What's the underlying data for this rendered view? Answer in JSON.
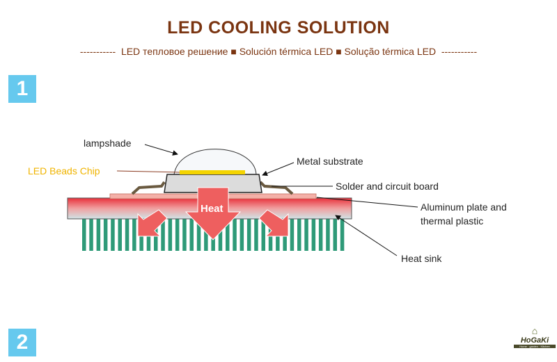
{
  "title": "LED COOLING SOLUTION",
  "subtitle": "-----------  LED тепловое решение ■ Solución térmica LED ■ Solução térmica LED  -----------",
  "steps": [
    "1",
    "2"
  ],
  "diagram": {
    "labels": {
      "lampshade": "lampshade",
      "chip": "LED Beads Chip",
      "metal": "Metal substrate",
      "solder": "Solder and circuit board",
      "aluminum_1": "Aluminum plate and",
      "aluminum_2": "thermal plastic",
      "heatsink": "Heat sink",
      "heat": "Heat"
    },
    "colors": {
      "title": "#7a3410",
      "chip_label": "#f0b400",
      "fins": "#2e9a78",
      "arrow": "#ee5f5f",
      "step_box": "#66c9ee"
    }
  },
  "logo": {
    "name": "HoGaKi",
    "tagline": "Home · garden · Kitchen"
  }
}
